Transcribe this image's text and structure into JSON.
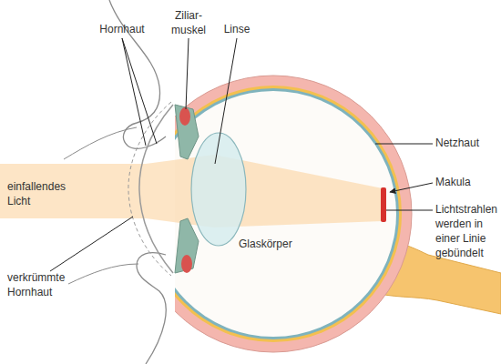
{
  "diagram": {
    "labels": [
      "Hornhaut",
      "Ziliar- muskel",
      "Linse",
      "einfallendes Licht",
      "verkrümmte Hornhaut",
      "Glaskörper",
      "Netzhaut",
      "Makula",
      "Lichtstrahlen werden in einer Linie gebündelt"
    ]
  }
}
